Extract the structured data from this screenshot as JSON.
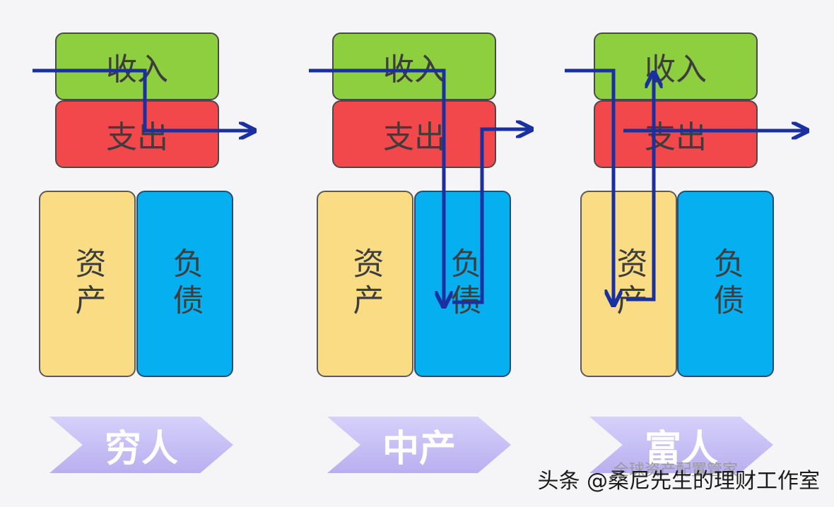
{
  "columns": [
    {
      "income": "收入",
      "expense": "支出",
      "asset": "资产",
      "liability": "负债",
      "label": "穷人"
    },
    {
      "income": "收入",
      "expense": "支出",
      "asset": "资产",
      "liability": "负债",
      "label": "中产"
    },
    {
      "income": "收入",
      "expense": "支出",
      "asset": "资产",
      "liability": "负债",
      "label": "富人"
    }
  ],
  "colors": {
    "income": "#8dcf3f",
    "expense": "#f2474b",
    "asset": "#f9dc84",
    "liability": "#05aff0",
    "arrow": "#1a2fa0",
    "chevron": "#b9afef"
  },
  "watermark": {
    "main": "头条 @桑尼先生的理财工作室",
    "secondary": "全球资产配置管家"
  }
}
